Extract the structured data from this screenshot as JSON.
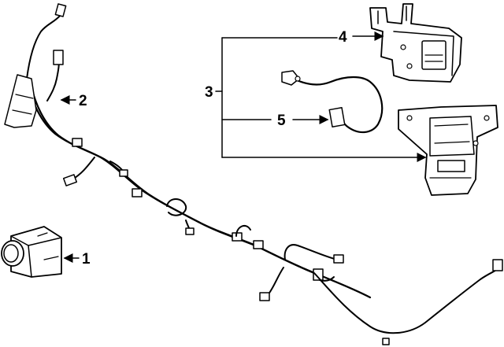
{
  "diagram": {
    "callouts": [
      {
        "id": "1",
        "label": "1"
      },
      {
        "id": "2",
        "label": "2"
      },
      {
        "id": "3",
        "label": "3"
      },
      {
        "id": "4",
        "label": "4"
      },
      {
        "id": "5",
        "label": "5"
      }
    ],
    "parts": [
      {
        "callout": "1",
        "icon": "parking-sensor"
      },
      {
        "callout": "2",
        "icon": "wire-harness-clip"
      },
      {
        "callout": "3",
        "icon": "module-assembly-group"
      },
      {
        "callout": "4",
        "icon": "control-module-bracket"
      },
      {
        "callout": "5",
        "icon": "module-wire-harness"
      }
    ],
    "line_color": "#000000",
    "background": "#ffffff"
  }
}
